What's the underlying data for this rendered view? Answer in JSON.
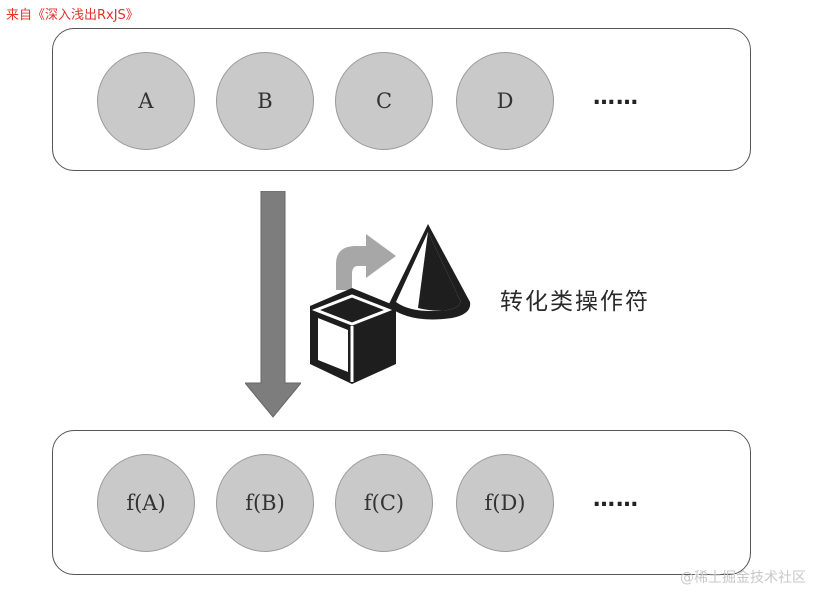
{
  "source_note": "来自《深入浅出RxJS》",
  "input_stream": {
    "items": [
      "A",
      "B",
      "C",
      "D"
    ],
    "ellipsis": "……"
  },
  "operator": {
    "label": "转化类操作符",
    "icon": "transform-shapes-icon"
  },
  "output_stream": {
    "items": [
      "f(A)",
      "f(B)",
      "f(C)",
      "f(D)"
    ],
    "ellipsis": "……"
  },
  "watermark": "@稀土掘金技术社区",
  "colors": {
    "marble_fill": "#c9c9c9",
    "arrow_fill": "#7d7d7d",
    "source_note": "#e0332c"
  }
}
